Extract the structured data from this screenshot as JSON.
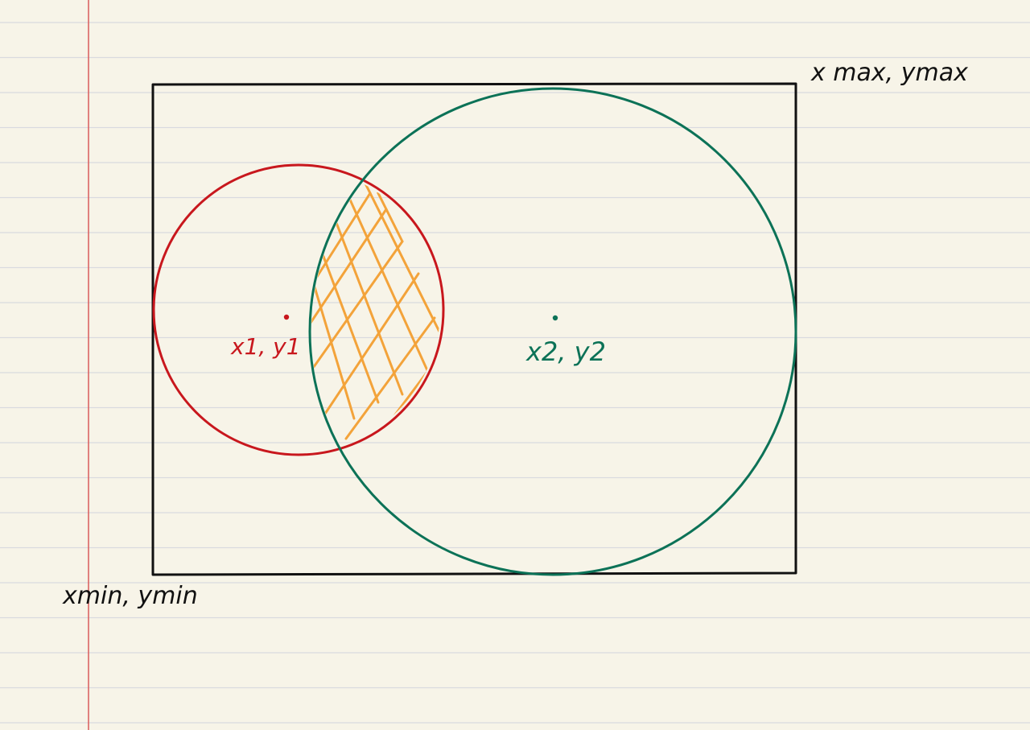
{
  "colors": {
    "paper": "#f7f4e8",
    "rule_line": "#d9dadf",
    "margin_line": "#d95b5b",
    "bounding_box": "#111111",
    "circle_1": "#c8171d",
    "circle_2": "#0c7257",
    "overlap_hatch": "#f3a33a"
  },
  "labels": {
    "max_corner": "x max, ymax",
    "min_corner": "xmin, ymin",
    "center_1": "x1, y1",
    "center_2": "x2, y2"
  },
  "icons": {
    "center_1_marker": "dot-icon",
    "center_2_marker": "dot-icon"
  }
}
